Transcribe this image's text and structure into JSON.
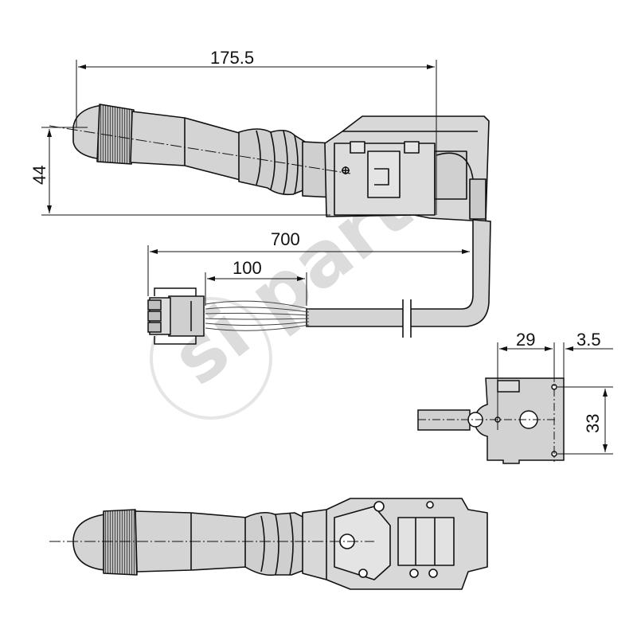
{
  "dimensions": {
    "overall_length": "175.5",
    "lever_height": "44",
    "cable_length": "700",
    "wire_length": "100",
    "connector_width": "29",
    "connector_offset": "3.5",
    "connector_height": "33"
  },
  "watermark": {
    "text": "si parts"
  },
  "colors": {
    "part_fill": "#cfcfcf",
    "line": "#111111",
    "watermark": "#d9d9d9"
  }
}
